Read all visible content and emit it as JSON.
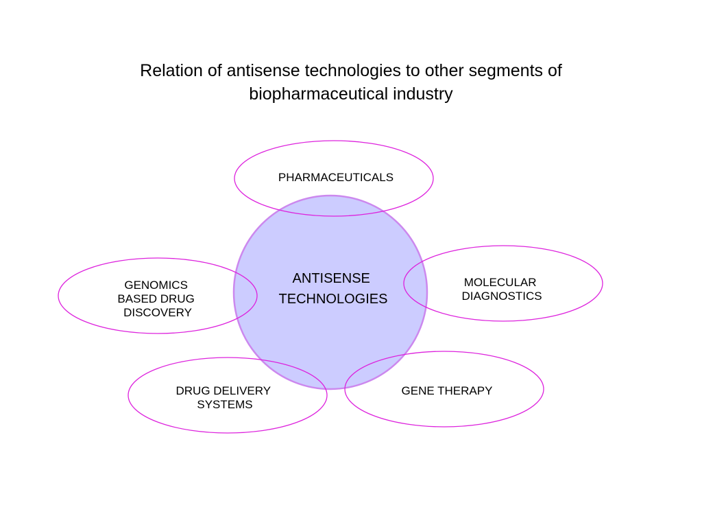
{
  "title": {
    "line1": "Relation of antisense technologies to other segments of",
    "line2": "biopharmaceutical industry"
  },
  "colors": {
    "center_fill": "#ccccff",
    "center_stroke": "#cc88ee",
    "ellipse_stroke": "#dd22dd"
  },
  "center": {
    "lines": [
      "ANTISENSE",
      "TECHNOLOGIES"
    ]
  },
  "segments": {
    "pharmaceuticals": {
      "lines": [
        "PHARMACEUTICALS"
      ]
    },
    "molecular_diagnostics": {
      "lines": [
        "MOLECULAR",
        "DIAGNOSTICS"
      ]
    },
    "genomics": {
      "lines": [
        "GENOMICS",
        "BASED DRUG",
        "DISCOVERY"
      ]
    },
    "drug_delivery": {
      "lines": [
        "DRUG DELIVERY",
        "SYSTEMS"
      ]
    },
    "gene_therapy": {
      "lines": [
        "GENE THERAPY"
      ]
    }
  }
}
